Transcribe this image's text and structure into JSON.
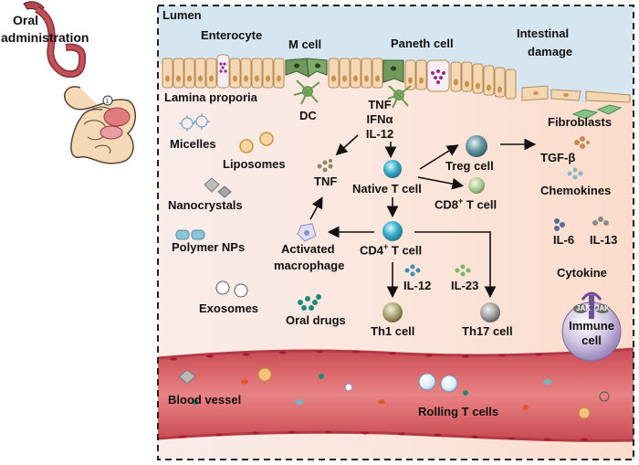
{
  "oral_admin": {
    "line1": "Oral",
    "line2": "administration"
  },
  "region": {
    "lumen": "Lumen",
    "lamina_propria": "Lamina proporia",
    "blood_vessel": "Blood vessel"
  },
  "cells": {
    "enterocyte": "Enterocyte",
    "m_cell": "M cell",
    "paneth_cell": "Paneth cell",
    "dc": "DC",
    "native_t_cell": "Native T cell",
    "treg_cell": "Treg cell",
    "cd8_prefix": "CD8",
    "cd8_sup": "+",
    "cd8_suffix": " T cell",
    "cd4_prefix": "CD4",
    "cd4_sup": "+",
    "cd4_suffix": " T cell",
    "activated_macrophage_1": "Activated",
    "activated_macrophage_2": "macrophage",
    "th1_cell": "Th1 cell",
    "th17_cell": "Th17 cell",
    "fibroblasts": "Fibroblasts",
    "rolling_t_cells": "Rolling T cells",
    "immune_cell_1": "Immune",
    "immune_cell_2": "cell"
  },
  "mediators": {
    "tnf_top": "TNF",
    "ifn": "IFNα",
    "il12_top": "IL-12",
    "tnf_mid": "TNF",
    "tgf": "TGF-β",
    "chemokines": "Chemokines",
    "il6": "IL-6",
    "il13": "IL-13",
    "il12_mid": "IL-12",
    "il23": "IL-23",
    "cytokine": "Cytokine",
    "jak1": "JAK",
    "jak2": "JAK"
  },
  "damage": {
    "line1": "Intestinal",
    "line2": "damage"
  },
  "formulations": {
    "micelles": "Micelles",
    "liposomes": "Liposomes",
    "nanocrystals": "Nanocrystals",
    "polymer_nps": "Polymer NPs",
    "exosomes": "Exosomes",
    "oral_drugs": "Oral drugs"
  },
  "colors": {
    "lumen_bg": "#d6e6f1",
    "tissue_bg": "#fbe3d9",
    "vessel": "#e3787c",
    "enterocyte": "#f3d7b3",
    "m_cell": "#6f9a5b",
    "paneth": "#c64b8c",
    "frame_border": "#222222"
  }
}
